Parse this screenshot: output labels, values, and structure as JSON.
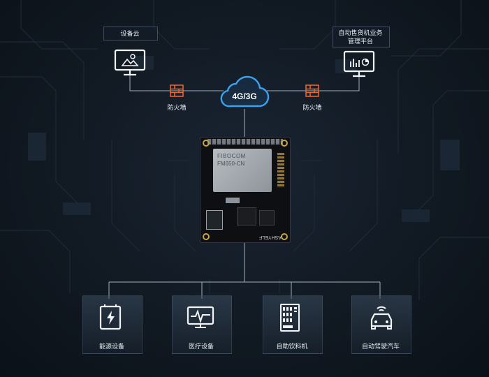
{
  "top_nodes": [
    {
      "id": "device-cloud",
      "label": "设备云",
      "icon": "monitor-image-icon"
    },
    {
      "id": "vending-platform",
      "label": "自动售货机业务\n管理平台",
      "icon": "monitor-chart-icon"
    }
  ],
  "firewalls": [
    {
      "label": "防火墙",
      "icon": "firewall-icon"
    },
    {
      "label": "防火墙",
      "icon": "firewall-icon"
    }
  ],
  "network": {
    "label": "4G/3G",
    "icon": "cloud-icon"
  },
  "board": {
    "module_brand": "FIBOCOM",
    "module_model": "FM650-CN",
    "board_brand": "ASHYELF"
  },
  "bottom_nodes": [
    {
      "id": "energy",
      "label": "能源设备",
      "icon": "energy-device-icon"
    },
    {
      "id": "medical",
      "label": "医疗设备",
      "icon": "medical-monitor-icon"
    },
    {
      "id": "vending",
      "label": "自助饮料机",
      "icon": "vending-machine-icon"
    },
    {
      "id": "car",
      "label": "自动驾驶汽车",
      "icon": "connected-car-icon"
    }
  ],
  "colors": {
    "background": "#111922",
    "line": "#9fb0c2",
    "firewall": "#e8652b",
    "cloud": "#3aa3f0",
    "icon": "#f2f5f8"
  }
}
